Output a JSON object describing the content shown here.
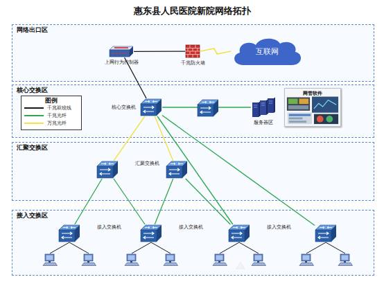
{
  "diagram": {
    "title": "惠东县人民医院新院网络拓扑",
    "nodes": [
      {
        "text": [
          "网络出口区"
        ]
      },
      {
        "text": [
          "上网行为控制器"
        ],
        "in": 0
      },
      {
        "text": [
          "千兆防火墙"
        ],
        "in": 0
      },
      {
        "text": [
          "互联网"
        ],
        "in": 0
      },
      {
        "text": [
          "核心交换区"
        ]
      },
      {
        "text": [
          "核心交换机"
        ],
        "in": 4
      },
      {
        "text": [
          "服务器区"
        ],
        "in": 4
      },
      {
        "text": [
          "网管软件"
        ],
        "in": 4
      },
      {
        "text": [
          "汇聚交换区"
        ]
      },
      {
        "text": [
          "汇聚交换机"
        ],
        "in": 8
      },
      {
        "text": [],
        "in": 8
      },
      {
        "text": [
          "接入交换区"
        ]
      },
      {
        "text": [
          "接入交换机"
        ],
        "in": 11
      },
      {
        "text": [
          "接入交换机"
        ],
        "in": 11
      },
      {
        "text": [
          "接入交换机"
        ],
        "in": 11
      },
      {
        "text": [],
        "in": 11
      }
    ],
    "edges": [
      {
        "from": 1,
        "to": 2,
        "arrow": "none"
      },
      {
        "from": 2,
        "to": 3,
        "arrow": "none"
      },
      {
        "from": 1,
        "to": 5,
        "arrow": "none"
      },
      {
        "from": 5,
        "to": 6,
        "arrow": "none"
      },
      {
        "from": 5,
        "to": 9,
        "arrow": "none"
      },
      {
        "from": 5,
        "to": 10,
        "arrow": "none"
      },
      {
        "from": 5,
        "to": 14,
        "arrow": "none"
      },
      {
        "from": 5,
        "to": 15,
        "arrow": "none"
      },
      {
        "from": 9,
        "to": 12,
        "arrow": "none"
      },
      {
        "from": 9,
        "to": 13,
        "arrow": "none"
      },
      {
        "from": 10,
        "to": 13,
        "arrow": "none"
      },
      {
        "from": 10,
        "to": 14,
        "arrow": "none"
      }
    ],
    "labels": [
      "图例"
    ],
    "legend": [
      {
        "text": "千兆双绞线"
      },
      {
        "text": "千兆光纤"
      },
      {
        "text": "万兆光纤"
      }
    ]
  }
}
